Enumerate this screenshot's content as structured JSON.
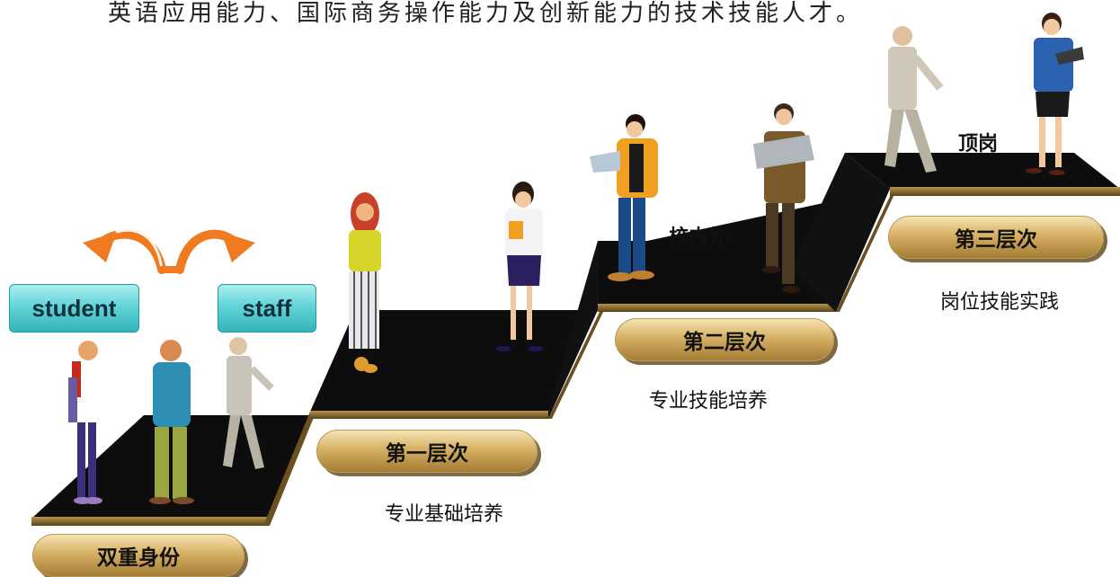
{
  "top_text": "英语应用能力、国际商务操作能力及创新能力的技术技能人才。",
  "roles": {
    "student": "student",
    "staff": "staff"
  },
  "stages": {
    "base": {
      "badge": "双重身份"
    },
    "level1": {
      "badge": "第一层次",
      "caption": "专业基础培养"
    },
    "level2": {
      "badge": "第二层次",
      "caption": "专业技能培养",
      "step_label": "校内外"
    },
    "level3": {
      "badge": "第三层次",
      "caption": "岗位技能实践",
      "step_label": "顶岗"
    }
  },
  "colors": {
    "step_top": "#0d0d0d",
    "step_edge": "#8a6a2c",
    "arrow": "#f07a1f",
    "badge_gold": "#d7b165",
    "role_teal": "#63d4d8"
  }
}
